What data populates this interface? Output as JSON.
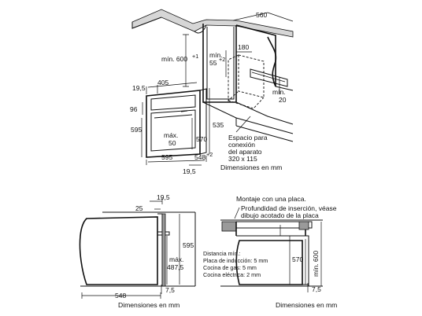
{
  "top_view": {
    "dims": {
      "d560": "560",
      "min600": "mín. 600",
      "min600_sup": "+1",
      "min55": "mín.",
      "min55_val": "55",
      "min55_sup": "+2",
      "d180": "180",
      "min20_a": "mín.",
      "min20_b": "20",
      "d405": "405",
      "d19_5_top": "19,5",
      "d96": "96",
      "d595_left": "595",
      "max50_a": "máx.",
      "max50_b": "50",
      "d570": "570",
      "d535": "535",
      "d548": "548",
      "d548_sup": "+2",
      "d595_bottom": "595",
      "d19_5_bottom": "19,5"
    },
    "note_lines": [
      "Espacio para",
      "conexión",
      "del aparato",
      "320 x 115"
    ],
    "caption": "Dimensiones en mm"
  },
  "bottom_left": {
    "dims": {
      "d19_5": "19,5",
      "d25": "25",
      "d595": "595",
      "max_a": "máx.",
      "max_b": "487,5",
      "d7_5": "7,5",
      "d548": "548"
    },
    "caption": "Dimensiones en mm"
  },
  "bottom_right": {
    "title": "Montaje con una placa.",
    "depth_note_lines": [
      "Profundidad de inserción, véase",
      "dibujo acotado de la placa"
    ],
    "distance_lines": [
      "Distancia mín.:",
      "Placa de inducción: 5 mm",
      "Cocina de gas: 5 mm",
      "Cocina eléctrica: 2 mm"
    ],
    "dims": {
      "d570": "570",
      "min600": "mín. 600",
      "d7_5": "7,5"
    },
    "caption": "Dimensiones en mm"
  }
}
